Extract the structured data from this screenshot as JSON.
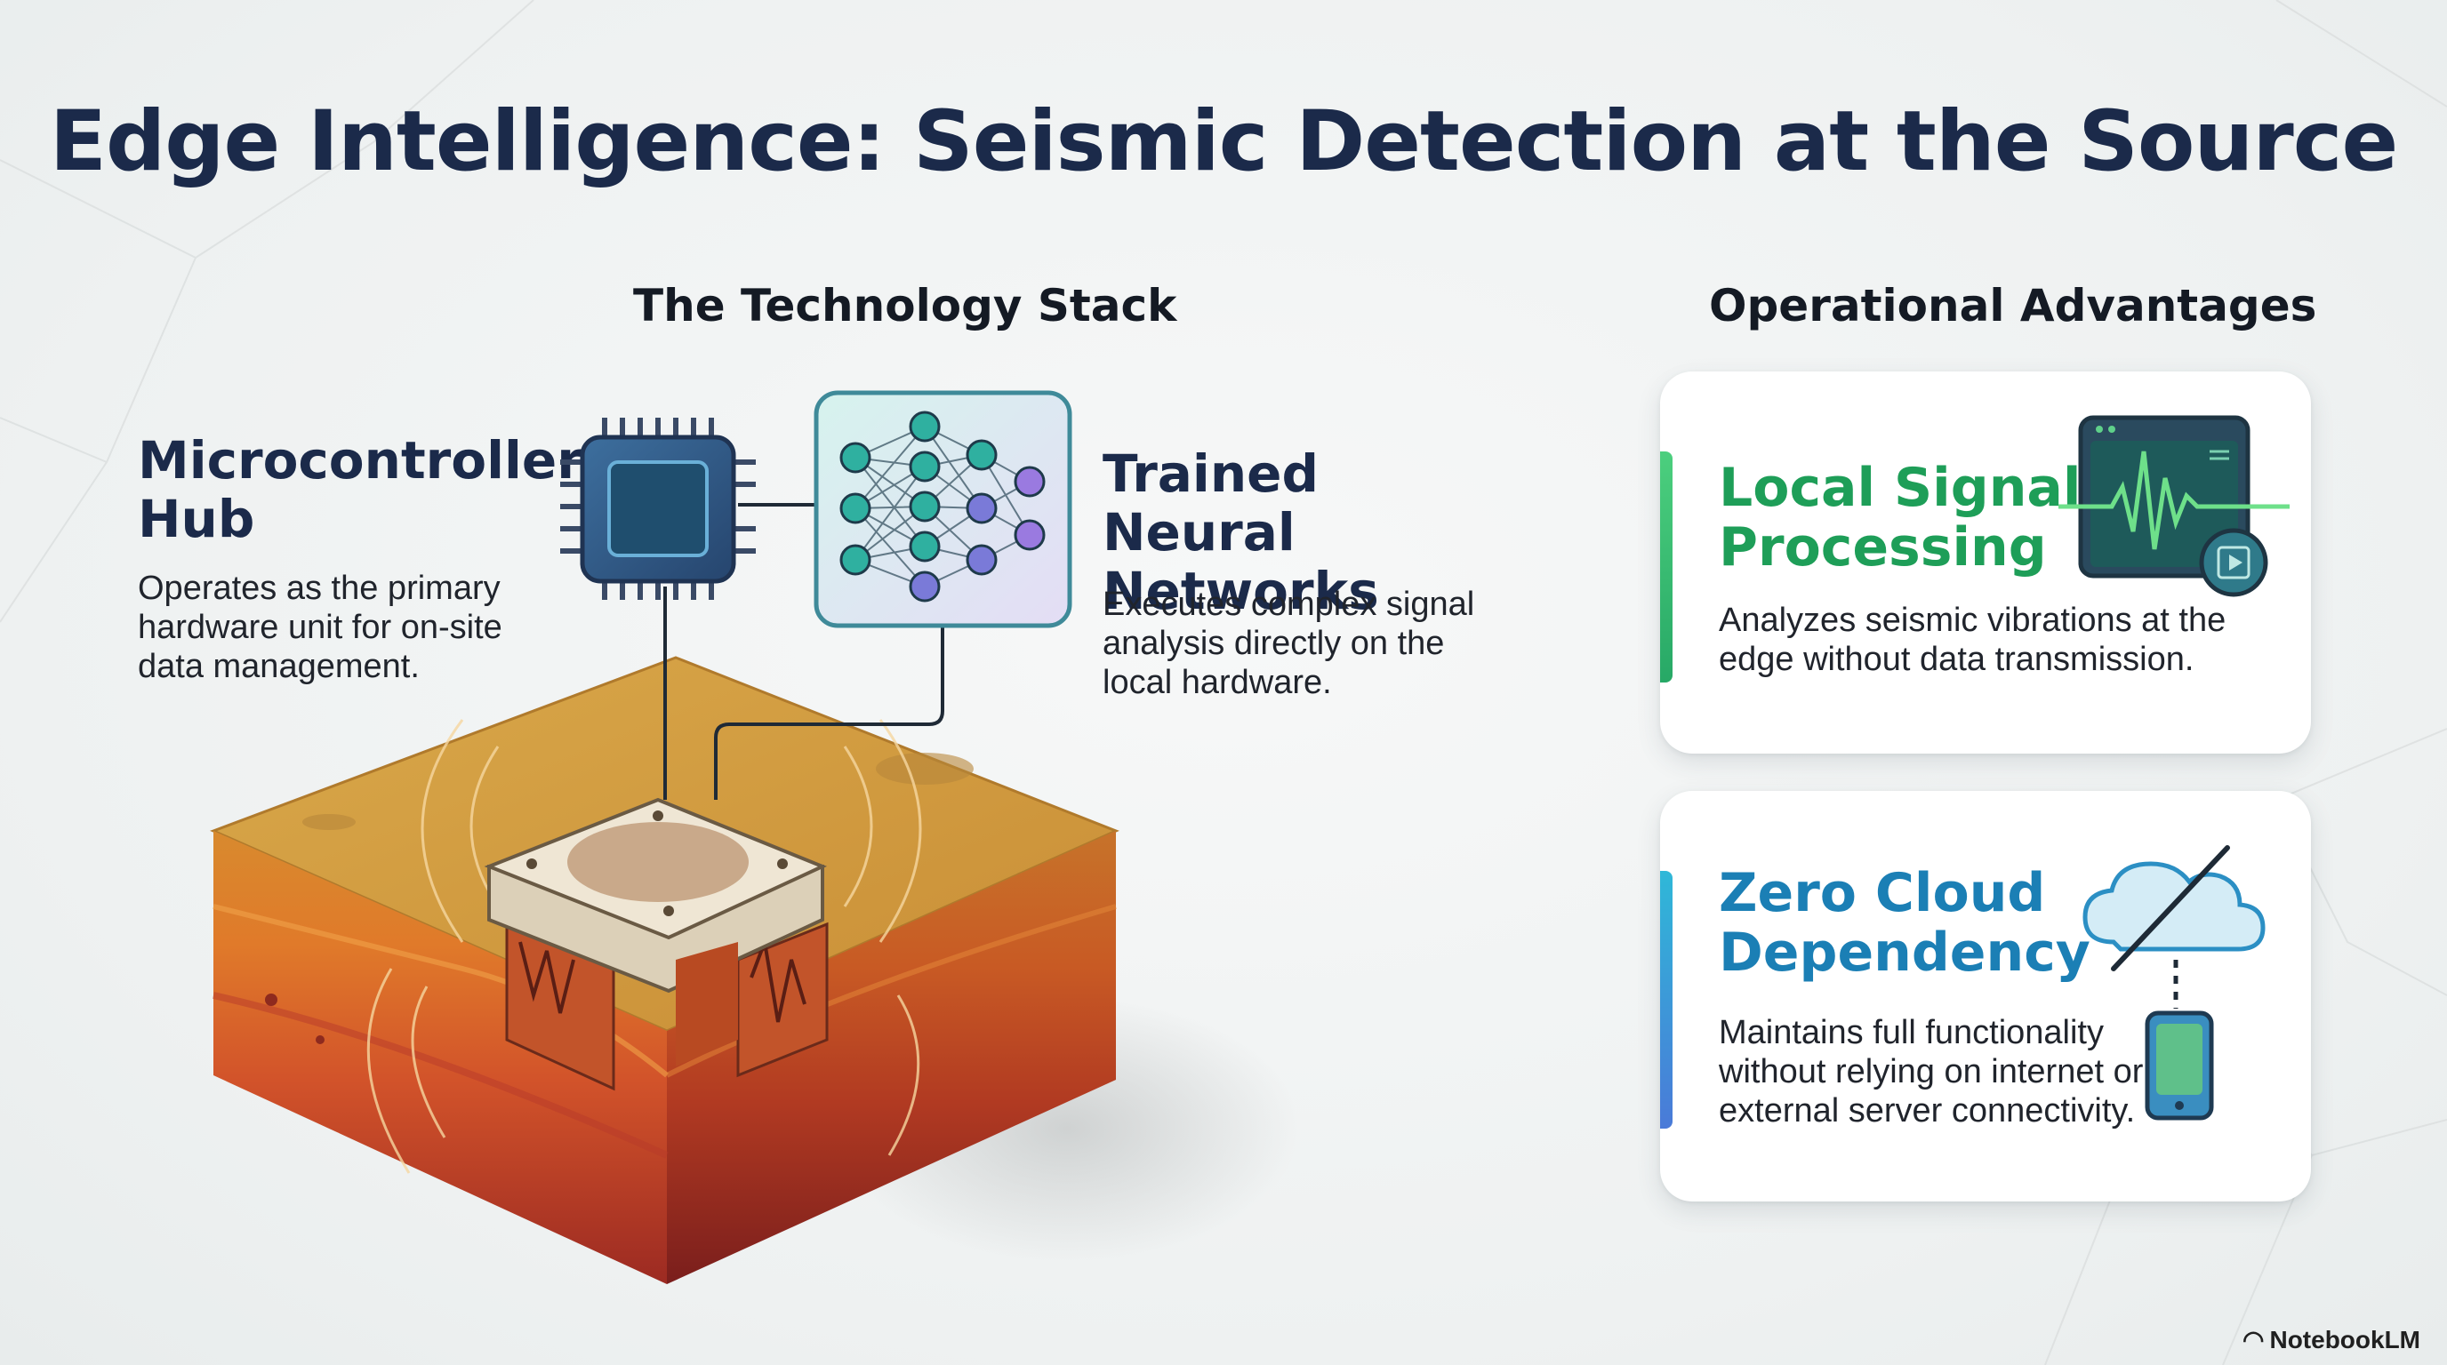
{
  "title": "Edge Intelligence: Seismic Detection at the Source",
  "stack": {
    "heading": "The Technology Stack",
    "microcontroller": {
      "title_line1": "Microcontroller",
      "title_line2": "Hub",
      "desc_line1": "Operates as the primary",
      "desc_line2": "hardware unit for on-site",
      "desc_line3": "data management."
    },
    "neural": {
      "title_line1": "Trained Neural",
      "title_line2": "Networks",
      "desc_line1": "Executes complex signal",
      "desc_line2": "analysis directly on the",
      "desc_line3": "local hardware."
    }
  },
  "advantages": {
    "heading": "Operational Advantages",
    "local": {
      "title_line1": "Local Signal",
      "title_line2": "Processing",
      "desc_line1": "Analyzes seismic vibrations at the",
      "desc_line2": "edge without data transmission.",
      "icon": "monitor-waveform-icon",
      "color": "#1e9e58"
    },
    "cloud": {
      "title_line1": "Zero Cloud",
      "title_line2": "Dependency",
      "desc_line1": "Maintains full functionality",
      "desc_line2": "without relying on internet or",
      "desc_line3": "external server connectivity.",
      "icon": "cloud-off-icon",
      "color": "#1b7fb5"
    }
  },
  "brand": "NotebookLM"
}
